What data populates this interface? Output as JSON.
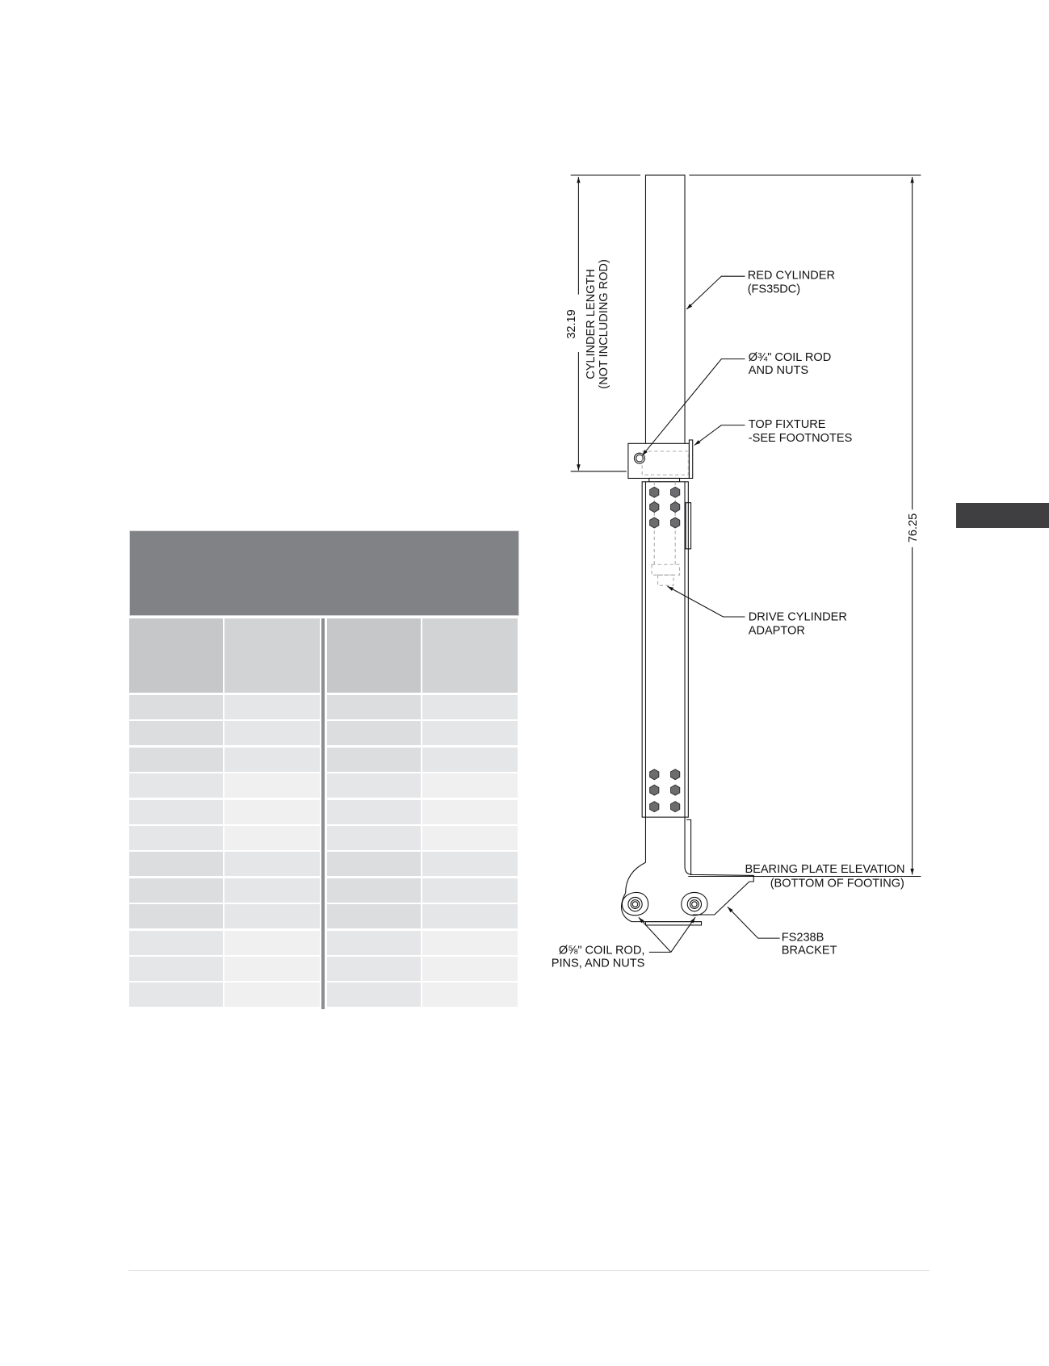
{
  "drawing": {
    "dim_cylinder_value": "32.19",
    "dim_cylinder_label1": "CYLINDER LENGTH",
    "dim_cylinder_label2": "(NOT INCLUDING ROD)",
    "dim_total_value": "76.25",
    "labels": {
      "red_cylinder_1": "RED CYLINDER",
      "red_cylinder_2": "(FS35DC)",
      "coil_rod_1": "Ø¾\" COIL ROD",
      "coil_rod_2": "AND NUTS",
      "top_fixture_1": "TOP FIXTURE",
      "top_fixture_2": "-SEE FOOTNOTES",
      "adaptor_1": "DRIVE CYLINDER",
      "adaptor_2": "ADAPTOR",
      "bearing_1": "BEARING PLATE ELEVATION",
      "bearing_2": "(BOTTOM OF FOOTING)",
      "bracket_1": "FS238B",
      "bracket_2": "BRACKET",
      "pins_1": "Ø⅝\" COIL ROD,",
      "pins_2": "PINS, AND NUTS"
    }
  }
}
